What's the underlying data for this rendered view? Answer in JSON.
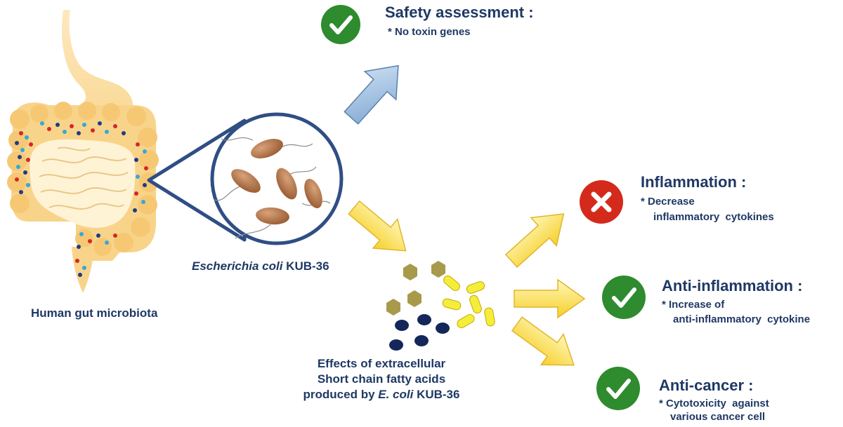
{
  "colors": {
    "text_navy": "#1f3864",
    "gut_fill": "#f8d48a",
    "stomach_fill": "#fbe4b4",
    "intestine_inner": "#fff3d6",
    "callout_stroke": "#2f4e84",
    "bacteria": "#b87a4e",
    "blue_arrow": "#a9c8e8",
    "yellow_arrow": "#ffe066",
    "check_green": "#2e8b2e",
    "cross_red": "#d42a1c",
    "hexagon_olive": "#a79a4a",
    "rod_yellow": "#f4ee3a",
    "oval_navy": "#14275a"
  },
  "gut": {
    "label": "Human gut microbiota"
  },
  "strain": {
    "genus_species": "Escherichia coli",
    "strain_id": " KUB-36"
  },
  "safety": {
    "title": "Safety assessment :",
    "detail": "* No toxin genes",
    "icon": "check-icon"
  },
  "scfa": {
    "line1": "Effects of extracellular",
    "line2": "Short chain fatty acids",
    "line3_prefix": "produced by ",
    "line3_species": "E. coli",
    "line3_suffix": " KUB-36"
  },
  "outcomes": [
    {
      "title": "Inflammation :",
      "detail_line1": "* Decrease",
      "detail_line2": "inflammatory  cytokines",
      "icon": "cross-icon"
    },
    {
      "title": "Anti-inflammation :",
      "detail_line1": "* Increase of",
      "detail_line2": "anti-inflammatory  cytokine",
      "icon": "check-icon"
    },
    {
      "title": "Anti-cancer :",
      "detail_line1": "* Cytotoxicity  against",
      "detail_line2": "various cancer cell",
      "icon": "check-icon"
    }
  ]
}
